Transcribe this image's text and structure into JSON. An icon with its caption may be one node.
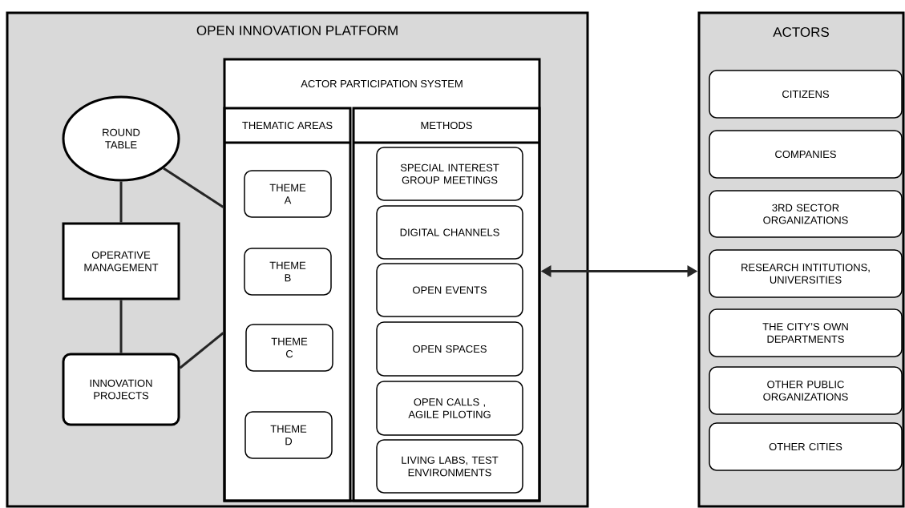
{
  "diagram": {
    "nodes": [
      {
        "text": [
          "OPEN INNOVATION PLATFORM"
        ]
      },
      {
        "text": [
          "ACTOR PARTICIPATION SYSTEM"
        ],
        "in": 0
      },
      {
        "text": [
          "THEMATIC AREAS"
        ],
        "in": 1
      },
      {
        "text": [
          "METHODS"
        ],
        "in": 1
      },
      {
        "text": [
          "THEME A"
        ],
        "in": 2
      },
      {
        "text": [
          "THEME B"
        ],
        "in": 2
      },
      {
        "text": [
          "THEME C"
        ],
        "in": 2
      },
      {
        "text": [
          "THEME D"
        ],
        "in": 2
      },
      {
        "text": [
          "SPECIAL INTEREST GROUP MEETINGS"
        ],
        "in": 3
      },
      {
        "text": [
          "DIGITAL CHANNELS"
        ],
        "in": 3
      },
      {
        "text": [
          "OPEN EVENTS"
        ],
        "in": 3
      },
      {
        "text": [
          "OPEN SPACES"
        ],
        "in": 3
      },
      {
        "text": [
          "OPEN CALLS , AGILE PILOTING"
        ],
        "in": 3
      },
      {
        "text": [
          "LIVING LABS, TEST ENVIRONMENTS"
        ],
        "in": 3
      },
      {
        "text": [
          "ROUND TABLE"
        ],
        "in": 0
      },
      {
        "text": [
          "OPERATIVE MANAGEMENT"
        ],
        "in": 0
      },
      {
        "text": [
          "INNOVATION PROJECTS"
        ],
        "in": 0
      },
      {
        "text": [
          "ACTORS"
        ]
      },
      {
        "text": [
          "CITIZENS"
        ],
        "in": 17
      },
      {
        "text": [
          "COMPANIES"
        ],
        "in": 17
      },
      {
        "text": [
          "3RD SECTOR ORGANIZATIONS"
        ],
        "in": 17
      },
      {
        "text": [
          "RESEARCH INTITUTIONS, UNIVERSITIES"
        ],
        "in": 17
      },
      {
        "text": [
          "THE CITY’S OWN DEPARTMENTS"
        ],
        "in": 17
      },
      {
        "text": [
          "OTHER PUBLIC ORGANIZATIONS"
        ],
        "in": 17
      },
      {
        "text": [
          "OTHER CITIES"
        ],
        "in": 17
      }
    ],
    "edges": [
      {
        "from": 14,
        "to": 15,
        "arrow": "none"
      },
      {
        "from": 15,
        "to": 16,
        "arrow": "none"
      },
      {
        "from": 14,
        "to": 2,
        "arrow": "none"
      },
      {
        "from": 16,
        "to": 2,
        "arrow": "none"
      },
      {
        "from": 1,
        "to": 17,
        "arrow": "both"
      }
    ]
  }
}
